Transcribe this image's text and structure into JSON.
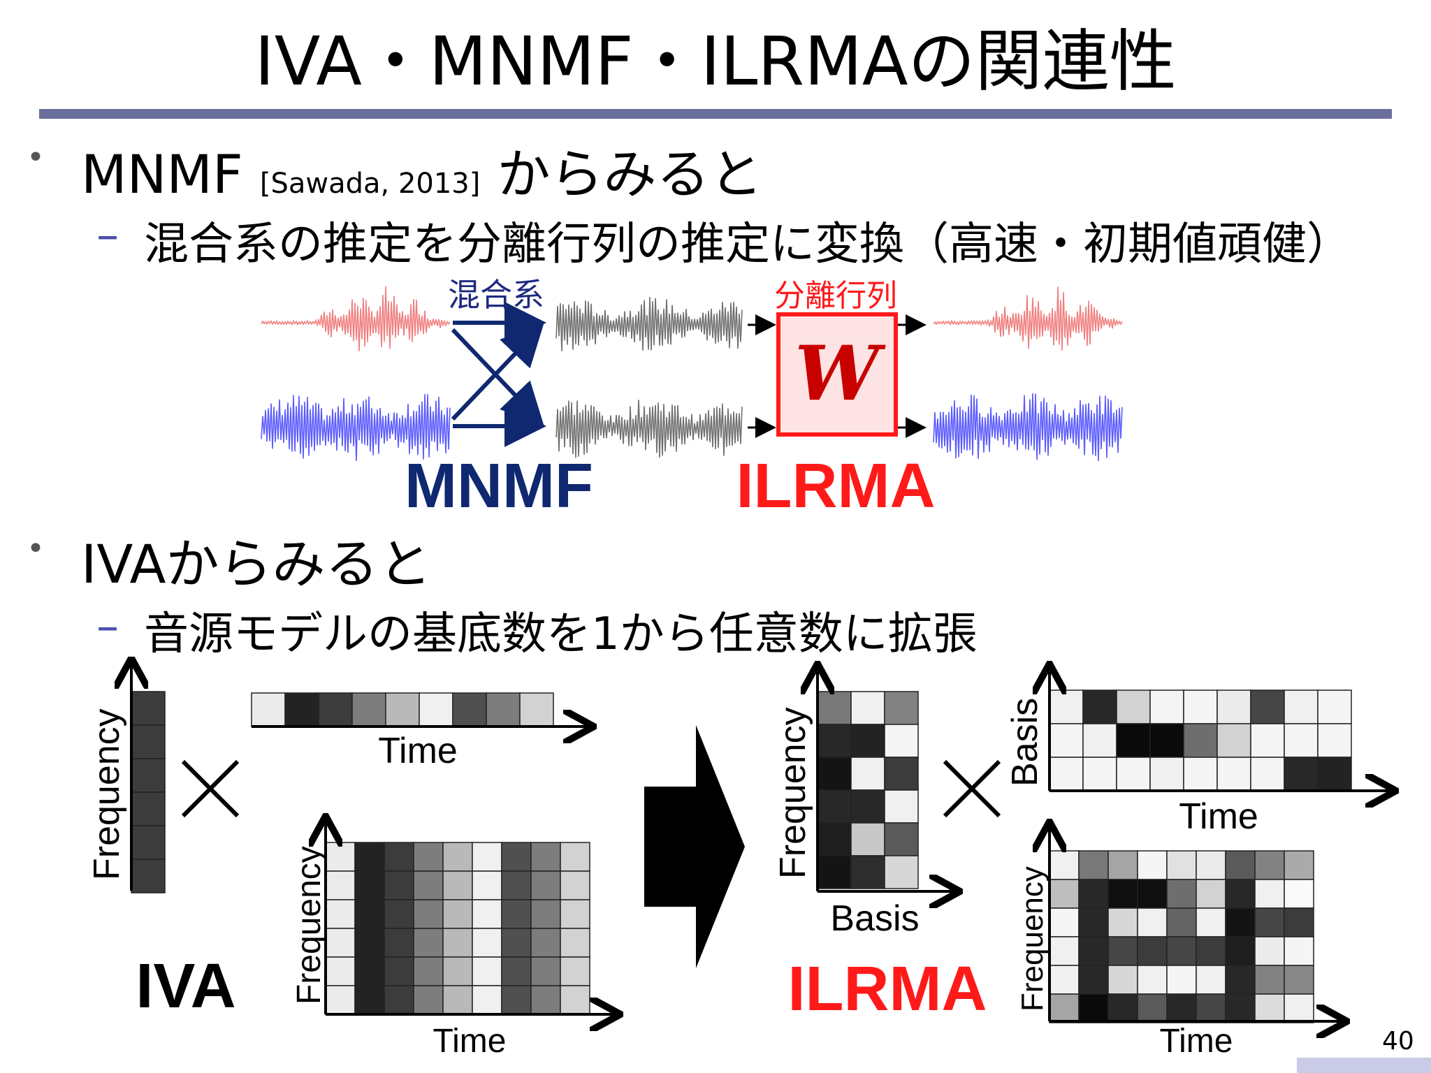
{
  "slide": {
    "title": "IVA・MNMF・ILRMAの関連性",
    "page_number": "40"
  },
  "section1": {
    "heading": "MNMF",
    "citation": "[Sawada, 2013]",
    "heading_suffix": "からみると",
    "sub": "混合系の推定を分離行列の推定に変換（高速・初期値頑健）",
    "diagram": {
      "mixing_label": "混合系",
      "demix_label": "分離行列",
      "matrix_symbol": "W",
      "left_name": "MNMF",
      "right_name": "ILRMA"
    }
  },
  "section2": {
    "heading": "IVAからみると",
    "sub": "音源モデルの基底数を1から任意数に拡張",
    "iva": {
      "name": "IVA",
      "freq_label": "Frequency",
      "time_label": "Time",
      "time_label2": "Time",
      "freq_label2": "Frequency"
    },
    "ilrma": {
      "name": "ILRMA",
      "freq_label": "Frequency",
      "basis_label": "Basis",
      "basis_label2": "Basis",
      "time_label": "Time",
      "freq_label2": "Frequency",
      "time_label2": "Time"
    }
  },
  "colors": {
    "navy": "#0f2870",
    "red": "#ff1a1a",
    "rule": "#6a6f9c",
    "signal_red": "#f08080",
    "signal_blue": "#5b5bff",
    "signal_gray": "#707070"
  }
}
